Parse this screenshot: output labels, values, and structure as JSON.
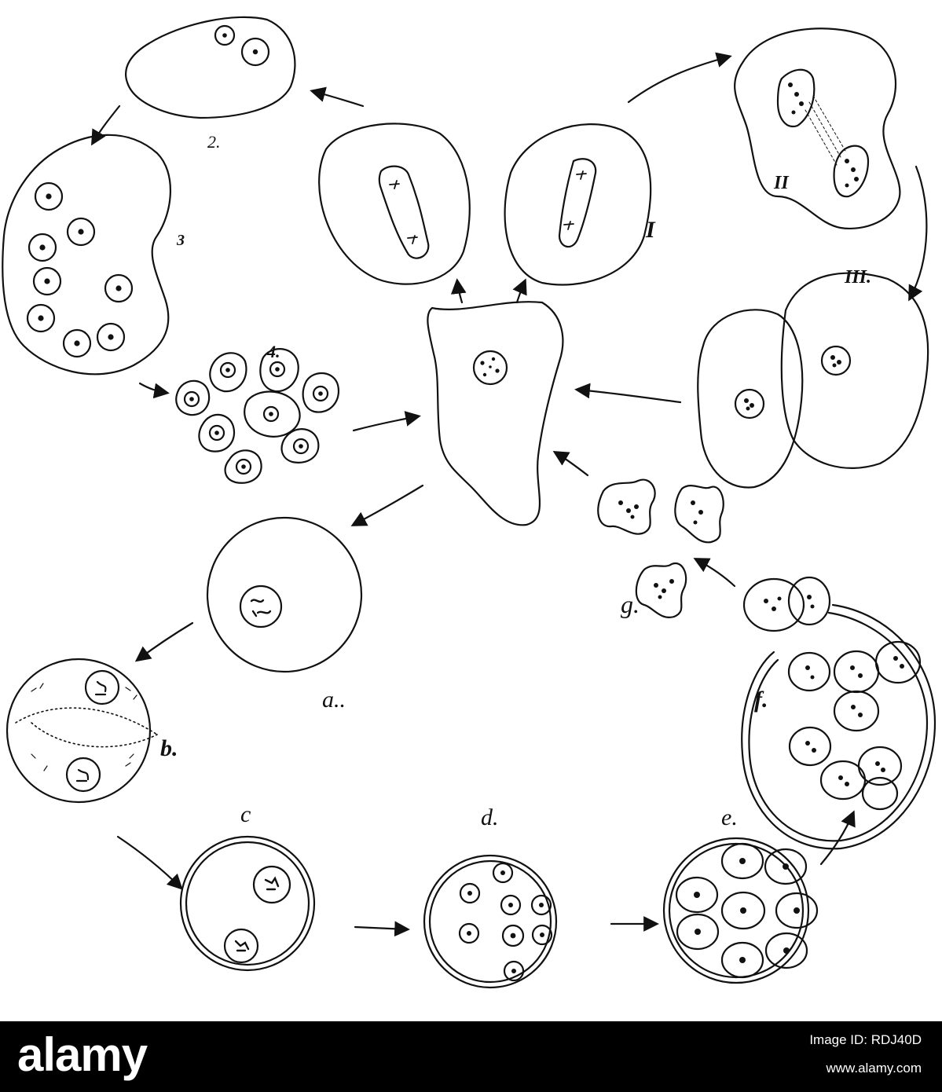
{
  "figure": {
    "labels": {
      "l2": "2.",
      "l3": "3",
      "l4": "4.",
      "lI": "I",
      "lII": "II",
      "lIII": "III.",
      "la": "a..",
      "lb": "b.",
      "lc": "c",
      "ld": "d.",
      "le": "e.",
      "lf": "f.",
      "lg": "g."
    }
  },
  "footer": {
    "brand": "alamy",
    "image_id": "Image ID: RDJ40D",
    "url": "www.alamy.com"
  },
  "colors": {
    "ink": "#111111",
    "footer_bg": "#000000",
    "footer_text": "#ffffff"
  }
}
